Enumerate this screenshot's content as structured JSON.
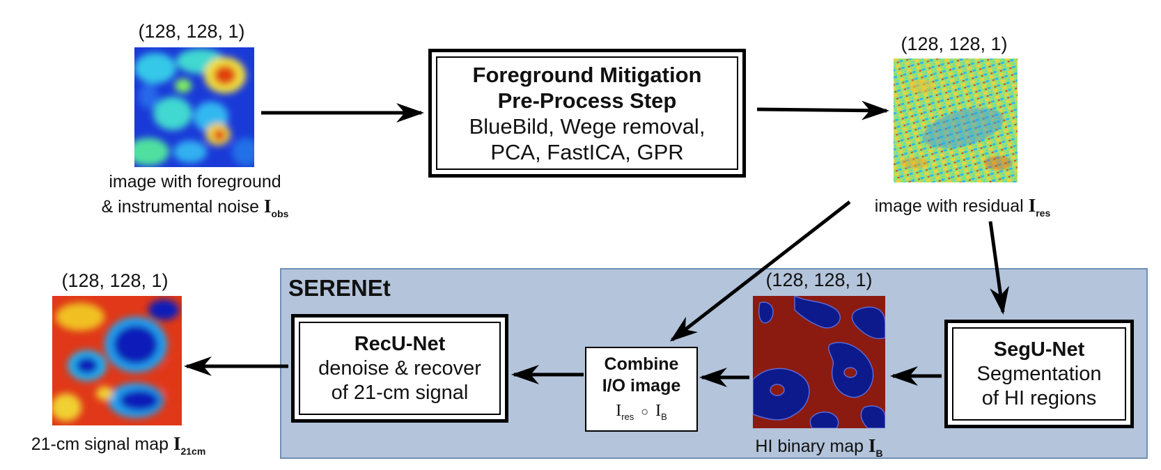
{
  "input_image": {
    "dims": "(128, 128, 1)",
    "caption_line1": "image with foreground",
    "caption_line2": "& instrumental noise",
    "symbol": "I",
    "symbol_sub": "obs"
  },
  "preprocess_box": {
    "title_line1": "Foreground Mitigation",
    "title_line2": "Pre-Process Step",
    "body_line1": "BlueBild, Wege removal,",
    "body_line2": "PCA, FastICA, GPR"
  },
  "residual_image": {
    "dims": "(128, 128, 1)",
    "caption": "image with residual",
    "symbol": "I",
    "symbol_sub": "res"
  },
  "serenet": {
    "label": "SERENEt"
  },
  "segunet_box": {
    "title": "SegU-Net",
    "body_line1": "Segmentation",
    "body_line2": "of HI regions"
  },
  "binary_image": {
    "dims": "(128, 128, 1)",
    "caption": "HI binary map",
    "symbol": "I",
    "symbol_sub": "B"
  },
  "combine_box": {
    "title_line1": "Combine",
    "title_line2": "I/O image",
    "formula_a": "I",
    "formula_a_sub": "res",
    "formula_op": "○",
    "formula_b": "I",
    "formula_b_sub": "B"
  },
  "recunet_box": {
    "title": "RecU-Net",
    "body_line1": "denoise & recover",
    "body_line2": "of 21-cm signal"
  },
  "output_image": {
    "dims": "(128, 128, 1)",
    "caption": "21-cm signal map",
    "symbol": "I",
    "symbol_sub": "21cm"
  },
  "colors": {
    "serenet_bg": "#b3c4db",
    "serenet_border": "#6f8fb5",
    "binary_red": "#8b1a10",
    "binary_blue": "#0d1a8c"
  },
  "icons": [
    "arrow-right-icon",
    "arrow-left-icon",
    "arrow-down-icon"
  ]
}
